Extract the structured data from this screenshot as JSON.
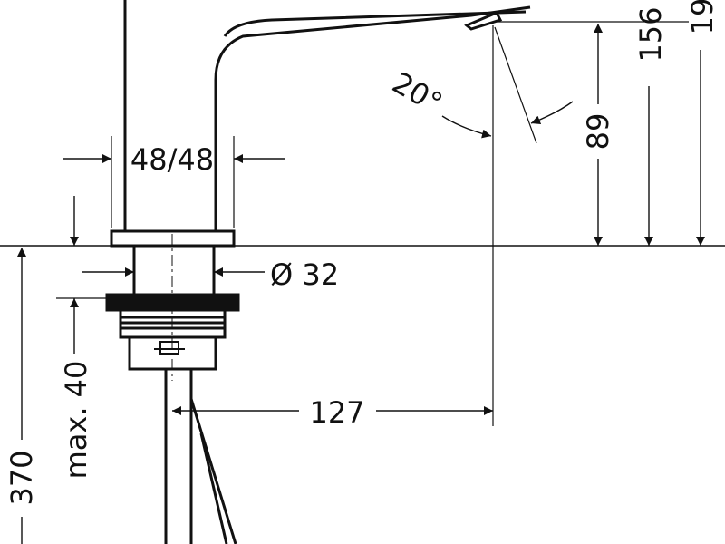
{
  "dimensions": {
    "width_48_48": "48/48",
    "diameter_32": "Ø 32",
    "reach_127": "127",
    "height_89": "89",
    "height_156": "156",
    "height_19x": "19",
    "angle_20": "20°",
    "max_40": "max. 40",
    "depth_370": "370"
  }
}
